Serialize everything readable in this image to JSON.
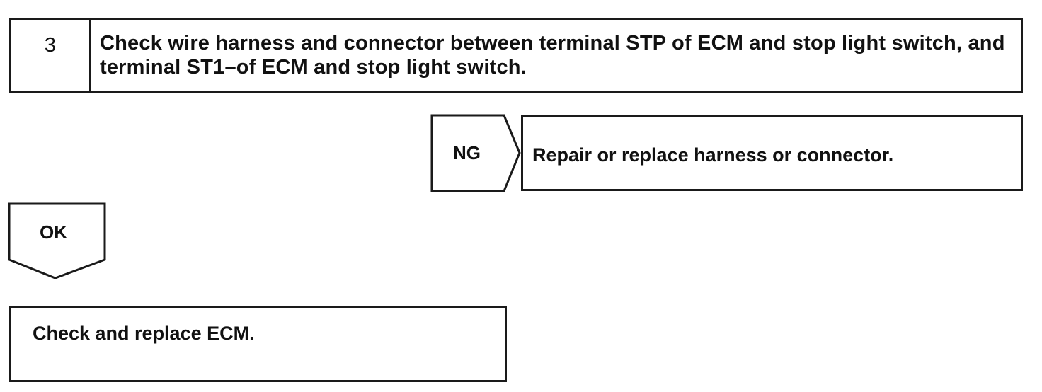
{
  "step": {
    "number": "3",
    "title": "Check wire harness and connector between terminal STP of ECM and stop light switch, and terminal ST1–of ECM and stop light switch."
  },
  "branches": {
    "ng": {
      "label": "NG",
      "result": "Repair or replace harness or connector."
    },
    "ok": {
      "label": "OK"
    }
  },
  "next_action": "Check and replace ECM."
}
